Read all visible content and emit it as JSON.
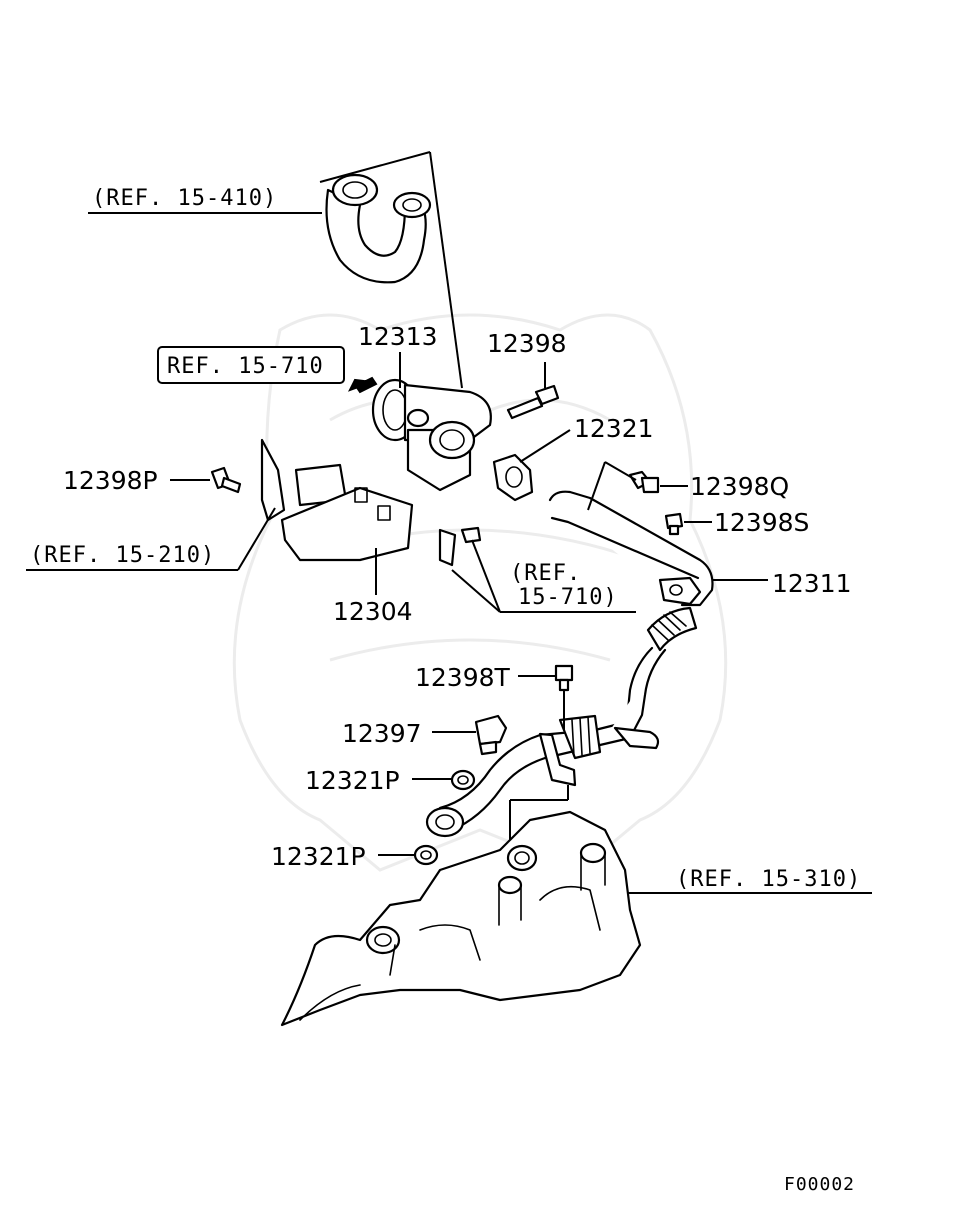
{
  "diagram": {
    "part_labels": {
      "p12313": "12313",
      "p12398": "12398",
      "p12321": "12321",
      "p12398P": "12398P",
      "p12398Q": "12398Q",
      "p12398S": "12398S",
      "p12304": "12304",
      "p12311": "12311",
      "p12398T": "12398T",
      "p12397": "12397",
      "p12321P_a": "12321P",
      "p12321P_b": "12321P"
    },
    "ref_labels": {
      "ref_15_410": "(REF. 15-410)",
      "ref_15_710_boxed": "REF. 15-710",
      "ref_15_210": "(REF. 15-210)",
      "ref_15_710_a": "(REF.",
      "ref_15_710_b": "15-710)",
      "ref_15_310": "(REF. 15-310)"
    },
    "figure_code": "F00002"
  }
}
